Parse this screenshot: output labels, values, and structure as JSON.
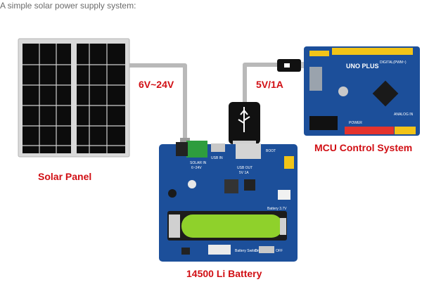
{
  "caption": "A simple solar power supply system:",
  "labels": {
    "solar_panel": "Solar Panel",
    "battery": "14500 Li Battery",
    "mcu": "MCU Control System",
    "input_voltage": "6V~24V",
    "output_voltage": "5V/1A"
  },
  "board_text": {
    "mcu_board_name": "UNO PLUS",
    "mcu_digital": "DIGITAL(PWM~)",
    "mcu_power": "POWER",
    "mcu_analog": "ANALOG IN",
    "solar_in": "SOLAR IN",
    "solar_in_range": "6~24V",
    "usb_in": "USB IN",
    "usb_out": "USB OUT",
    "usb_out_rating": "5V 1A",
    "boot": "BOOT",
    "battery_rating": "Battery 3.7V",
    "battery_switch": "Battery Switch",
    "switch_on": "On",
    "switch_off": "OFF"
  },
  "colors": {
    "label_red": "#d10f14",
    "board_blue": "#1c4f9a",
    "cable_grey": "#b9b9b9",
    "battery_green": "#8fd12b",
    "panel_black": "#0c0c0c"
  }
}
